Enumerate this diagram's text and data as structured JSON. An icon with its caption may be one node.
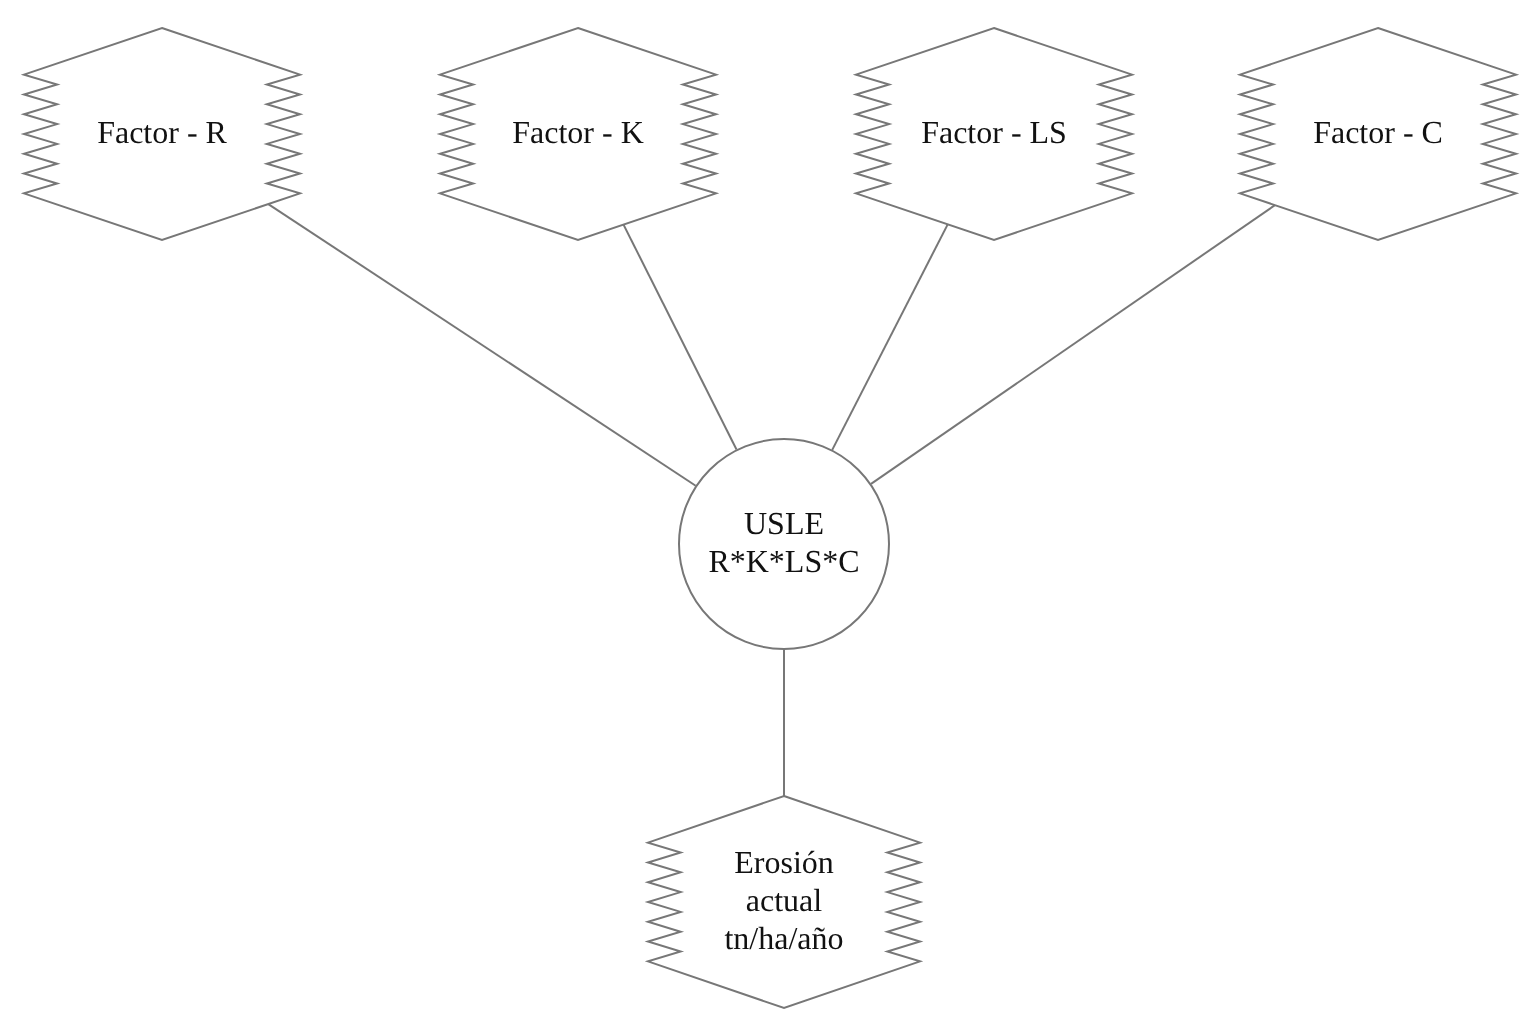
{
  "diagram": {
    "nodes": [
      {
        "text": [
          "Factor - R"
        ]
      },
      {
        "text": [
          "Factor - K"
        ]
      },
      {
        "text": [
          "Factor - LS"
        ]
      },
      {
        "text": [
          "Factor - C"
        ]
      },
      {
        "text": [
          "USLE R*K*LS*C"
        ]
      },
      {
        "text": [
          "Erosión actual tn/ha/año"
        ]
      }
    ],
    "edges": [
      {
        "from": 0,
        "to": 4,
        "arrow": "none"
      },
      {
        "from": 1,
        "to": 4,
        "arrow": "none"
      },
      {
        "from": 2,
        "to": 4,
        "arrow": "none"
      },
      {
        "from": 3,
        "to": 4,
        "arrow": "none"
      },
      {
        "from": 4,
        "to": 5,
        "arrow": "none"
      }
    ]
  }
}
